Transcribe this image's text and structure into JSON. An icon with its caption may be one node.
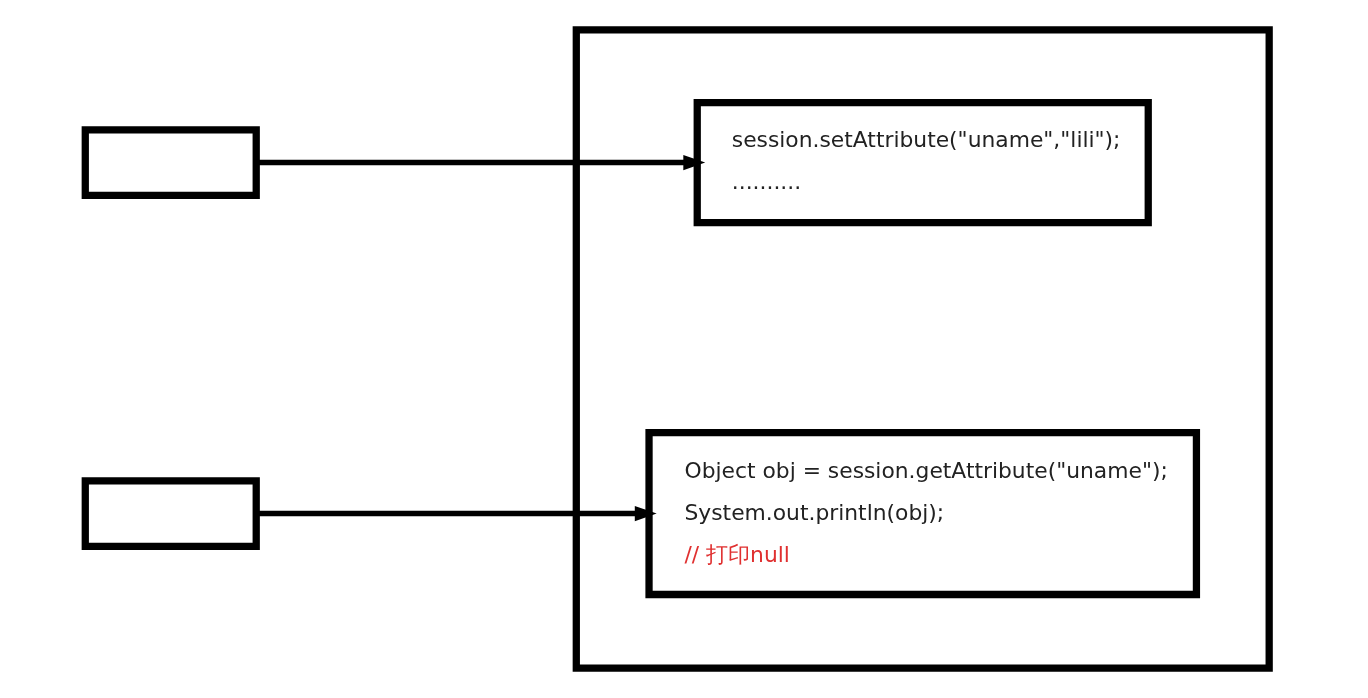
{
  "diagram": {
    "nodes": [
      {
        "text": [],
        "shape": "box"
      },
      {
        "text": [],
        "shape": "box"
      },
      {
        "text": [
          "session.setAttribute(\"uname\",\"lili\");",
          ".........."
        ],
        "in": 1
      },
      {
        "text": [],
        "shape": "box"
      },
      {
        "text": [
          "Object obj = session.getAttribute(\"uname\");",
          "System.out.println(obj);",
          "// 打印null"
        ],
        "in": 1
      }
    ],
    "edges": [
      {
        "from": 0,
        "to": 2,
        "arrow": "to"
      },
      {
        "from": 3,
        "to": 4,
        "arrow": "to"
      }
    ]
  }
}
